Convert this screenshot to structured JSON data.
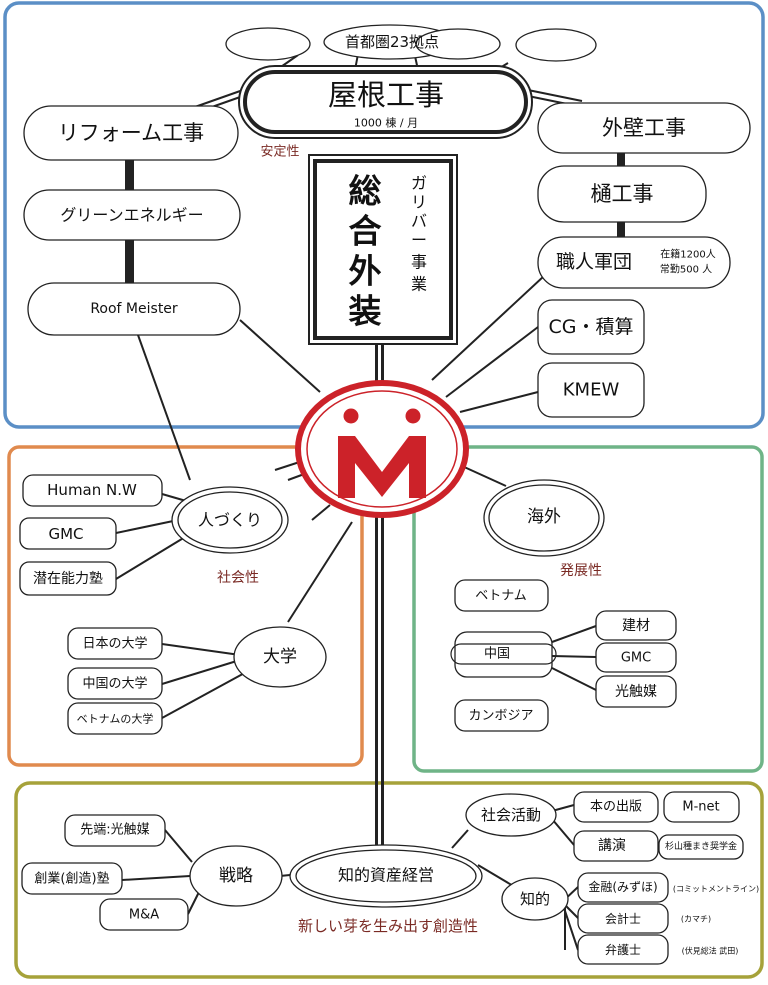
{
  "colors": {
    "blue_section": "#5b8fc6",
    "orange_section": "#e08a4e",
    "green_section": "#6fb487",
    "olive_section": "#a6a23a",
    "logo_red": "#cc2229",
    "accent_text": "#7a2a24"
  },
  "top": {
    "hubs_label": "首都圏23拠点",
    "roof": "屋根工事",
    "roof_sub": "1000 棟 / 月",
    "reform": "リフォーム工事",
    "green_energy": "グリーンエネルギー",
    "roof_meister": "Roof Meister",
    "stability": "安定性",
    "sogo_gaiso": [
      "総",
      "合",
      "外",
      "装"
    ],
    "gulliver": [
      "ガ",
      "リ",
      "バ",
      "ー",
      "事",
      "業"
    ],
    "exterior_wall": "外壁工事",
    "gutter": "樋工事",
    "craftsmen": "職人軍団",
    "craftsmen_note_1": "在籍1200人",
    "craftsmen_note_2": "常勤500 人",
    "cg_estimate": "CG・積算",
    "kmew": "KMEW"
  },
  "left": {
    "human_nw": "Human N.W",
    "gmc": "GMC",
    "latent": "潜在能力塾",
    "people": "人づくり",
    "social": "社会性",
    "jp_univ": "日本の大学",
    "cn_univ": "中国の大学",
    "vn_univ": "ベトナムの大学",
    "university": "大学"
  },
  "right": {
    "overseas": "海外",
    "development": "発展性",
    "vietnam": "ベトナム",
    "china": "中国",
    "cambodia": "カンボジア",
    "material": "建材",
    "gmc": "GMC",
    "photocatalyst": "光触媒"
  },
  "bottom": {
    "frontier": "先端:光触媒",
    "startup": "創業(創造)塾",
    "ma": "M&A",
    "strategy": "戦略",
    "ip_management": "知的資産経営",
    "new_buds": "新しい芽を生み出す創造性",
    "social_activity": "社会活動",
    "book": "本の出版",
    "mnet": "M-net",
    "lecture": "講演",
    "scholarship": "杉山種まき奨学金",
    "intellectual": "知的",
    "finance": "金融(みずほ)",
    "finance_note": "(コミットメントライン)",
    "accountant": "会計士",
    "accountant_note": "(カマチ)",
    "lawyer": "弁護士",
    "lawyer_note": "(伏見総法 武田)"
  }
}
